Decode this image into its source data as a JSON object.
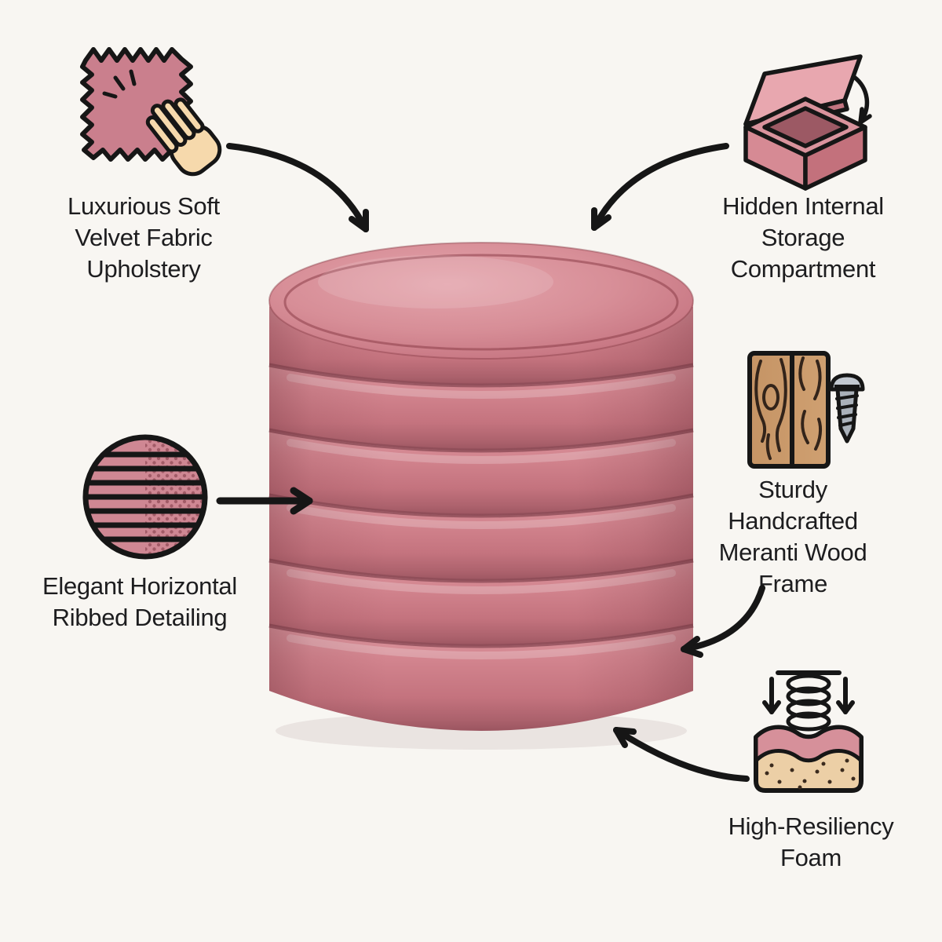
{
  "page": {
    "background": "#f8f6f2",
    "text_color": "#1d1d1f",
    "outline_color": "#161616",
    "ottoman_pink": "#cf8089",
    "wood_brown": "#c59465",
    "skin_tan": "#f6d9ac",
    "foam_tan": "#eccfa6",
    "metal_gray": "#b3bac2"
  },
  "product": {
    "name": "round pink velvet storage ottoman",
    "style": "five stacked channel-tufted rings with round cushion lid"
  },
  "features": [
    {
      "id": "velvet",
      "icon": "fabric-swatch-hand-icon",
      "label": "Luxurious Soft\nVelvet Fabric\nUpholstery"
    },
    {
      "id": "storage",
      "icon": "storage-box-lid-icon",
      "label": "Hidden Internal\nStorage\nCompartment"
    },
    {
      "id": "ribbed",
      "icon": "ribbed-texture-circle-icon",
      "label": "Elegant Horizontal\nRibbed Detailing"
    },
    {
      "id": "frame",
      "icon": "wood-plank-screw-icon",
      "label": "Sturdy\nHandcrafted\nMeranti Wood\nFrame"
    },
    {
      "id": "foam",
      "icon": "foam-spring-icon",
      "label": "High-Resiliency\nFoam"
    }
  ]
}
